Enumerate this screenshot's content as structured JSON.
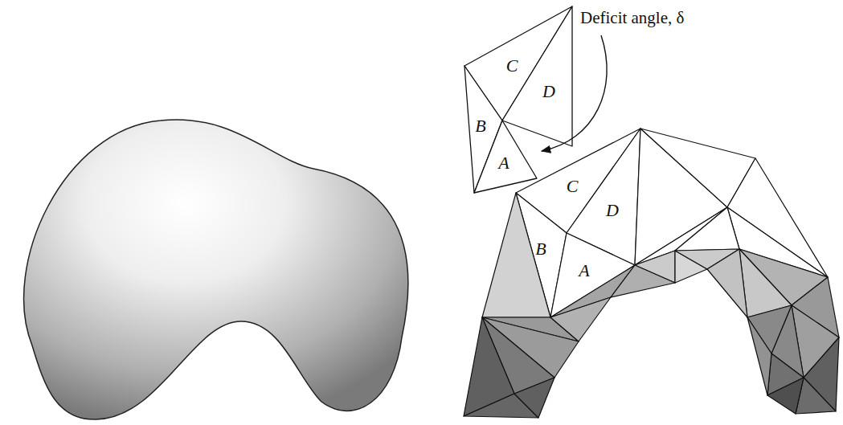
{
  "diagram": {
    "labels": [
      "Deficit angle, δ",
      "C",
      "D",
      "B",
      "A",
      "C",
      "D",
      "B",
      "A"
    ]
  }
}
